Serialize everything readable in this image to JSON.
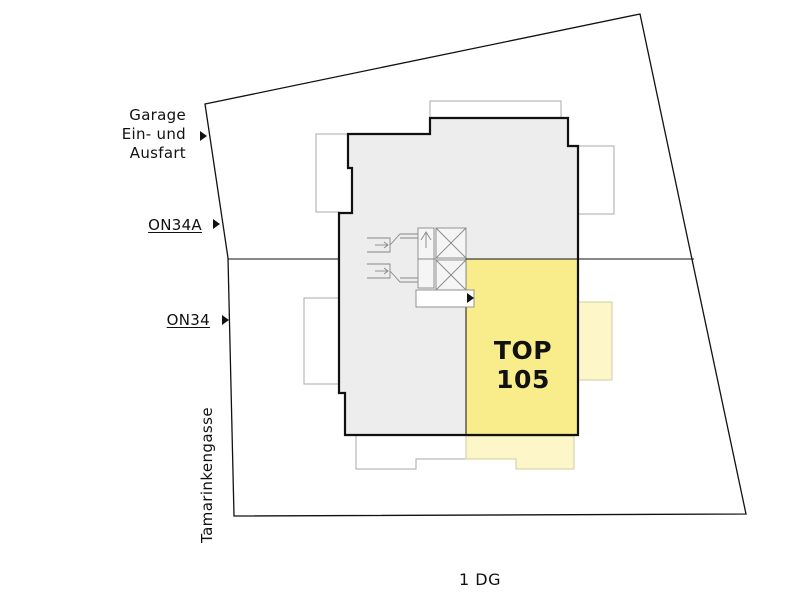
{
  "labels": {
    "garage": [
      "Garage",
      "Ein- und",
      "Ausfart"
    ],
    "building_a": "ON34A",
    "building_b": "ON34",
    "street": "Tamarinkengasse",
    "unit": "TOP 105",
    "floor": "1 DG"
  },
  "colors": {
    "unit_fill": "#f8ed8a",
    "unit_balcony_fill": "#fcf6c8",
    "building_fill": "#ededed",
    "outline": "#111111",
    "faint_outline": "#aaaaaa"
  },
  "icons": {
    "entrance_arrows": "triangle-right-icon",
    "unit_entrance": "triangle-right-icon"
  }
}
